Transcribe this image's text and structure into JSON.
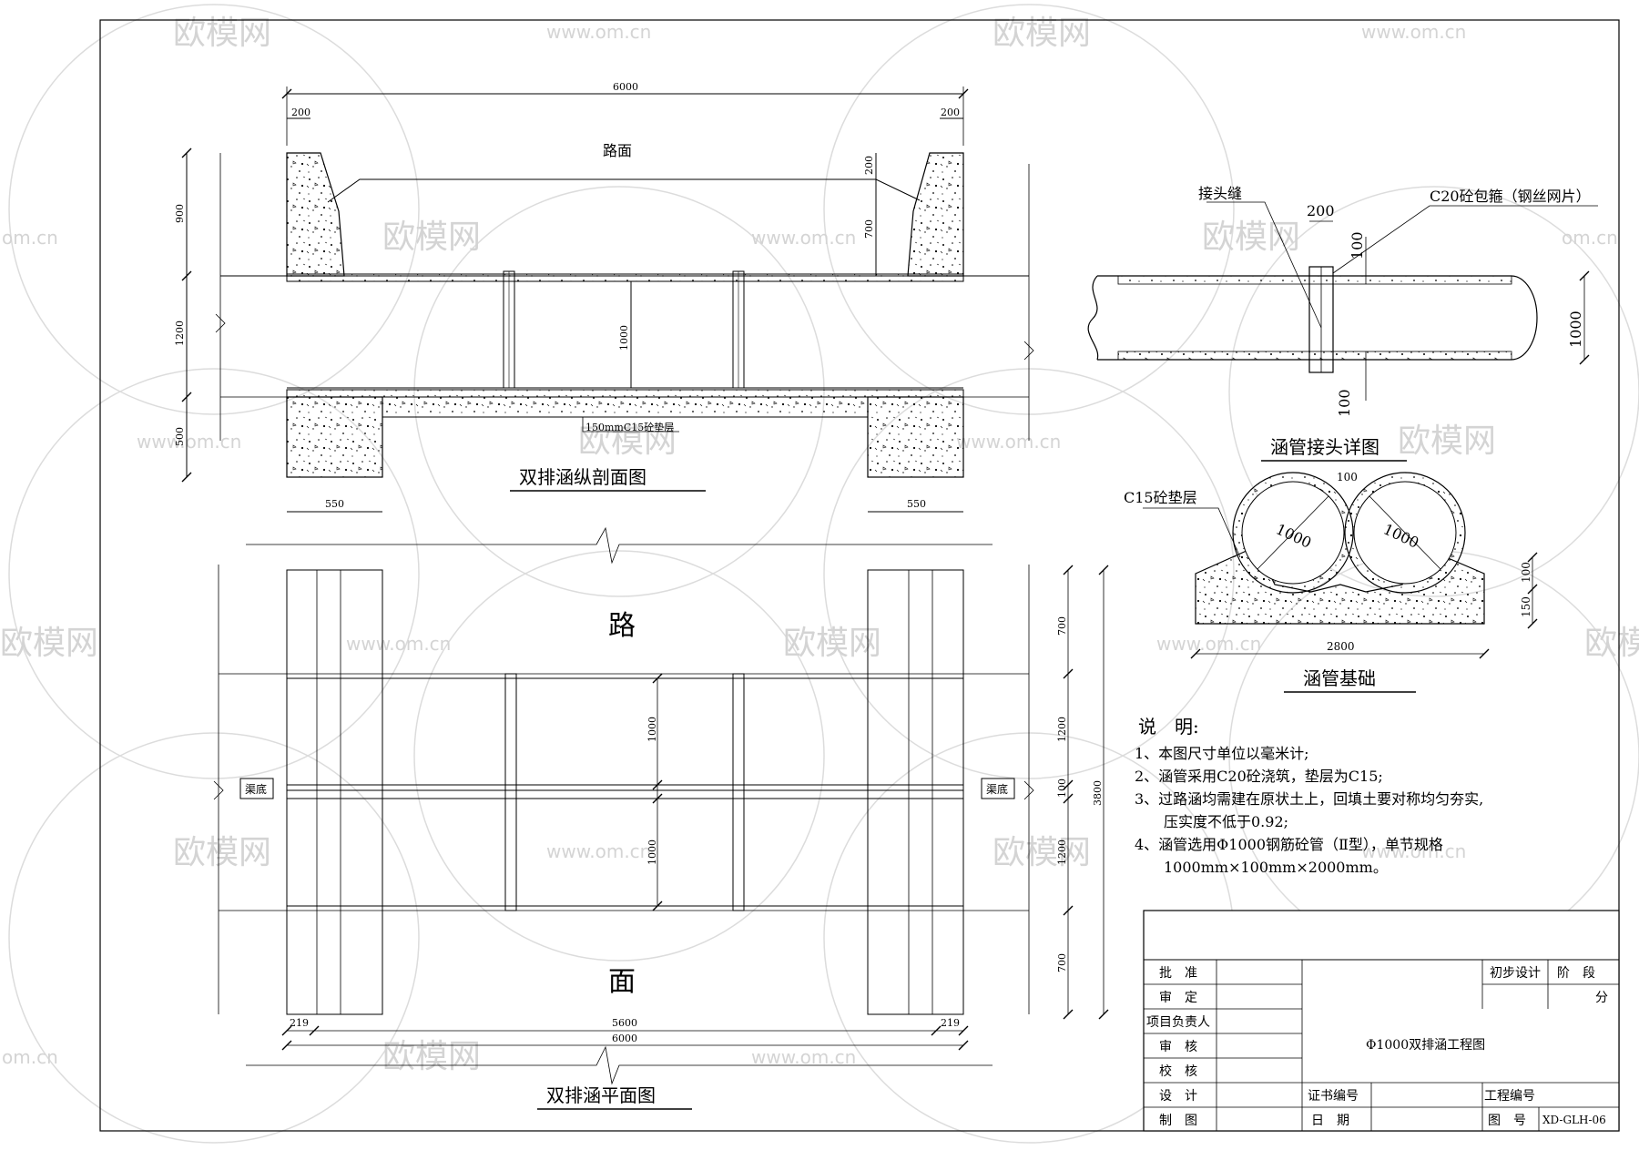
{
  "watermark": {
    "brand": "欧模网",
    "url": "www.om.cn",
    "short": "om.cn"
  },
  "section_view": {
    "title": "双排涵纵剖面图",
    "road_label": "路面",
    "dims": {
      "total_length": "6000",
      "wall_top_left": "200",
      "wall_top_right": "200",
      "h_fill": "900",
      "h_pipe": "1200",
      "h_base": "500",
      "h_top_200": "200",
      "h_top_700": "700",
      "pipe_dia": "1000",
      "foot_left": "550",
      "foot_right": "550"
    },
    "cushion_note": "150mmC15砼垫层"
  },
  "plan_view": {
    "title": "双排涵平面图",
    "road_top": "路",
    "road_bottom": "面",
    "canal_left": "渠底",
    "canal_right": "渠底",
    "dims": {
      "total": "6000",
      "inner": "5600",
      "edge_left": "219",
      "edge_right": "219",
      "total_h": "3800",
      "seg_700_top": "700",
      "seg_1200_a": "1200",
      "seg_100": "100",
      "seg_1200_b": "1200",
      "seg_700_bot": "700",
      "pipe_a": "1000",
      "pipe_b": "1000"
    }
  },
  "joint_detail": {
    "title": "涵管接头详图",
    "joint_label": "接头缝",
    "band_label": "C20砼包箍（钢丝网片）",
    "dim_width": "200",
    "dim_top": "100",
    "dim_bottom": "100",
    "dim_dia": "1000"
  },
  "foundation": {
    "title": "涵管基础",
    "cushion_label": "C15砼垫层",
    "dim_top": "100",
    "dim_d1": "1000",
    "dim_d2": "1000",
    "dim_h100": "100",
    "dim_h150": "150",
    "dim_width": "2800"
  },
  "notes": {
    "heading": "说　明:",
    "items": [
      "1、本图尺寸单位以毫米计;",
      "2、涵管采用C20砼浇筑，垫层为C15;",
      "3、过路涵均需建在原状土上，回填土要对称均匀夯实,",
      "　　压实度不低于0.92;",
      "4、涵管选用Φ1000钢筋砼管（Ⅱ型），单节规格",
      "　　1000mm×100mm×2000mm。"
    ]
  },
  "title_block": {
    "rows": [
      "批　准",
      "审　定",
      "项目负责人",
      "审　核",
      "校　核",
      "设　计",
      "制　图"
    ],
    "stage_value": "初步设计",
    "stage_label": "阶　段",
    "part_label": "分",
    "drawing_name": "Φ1000双排涵工程图",
    "cert_label": "证书编号",
    "date_label": "日　期",
    "project_no_label": "工程编号",
    "drawing_no_label": "图　号",
    "drawing_no": "XD-GLH-06"
  }
}
